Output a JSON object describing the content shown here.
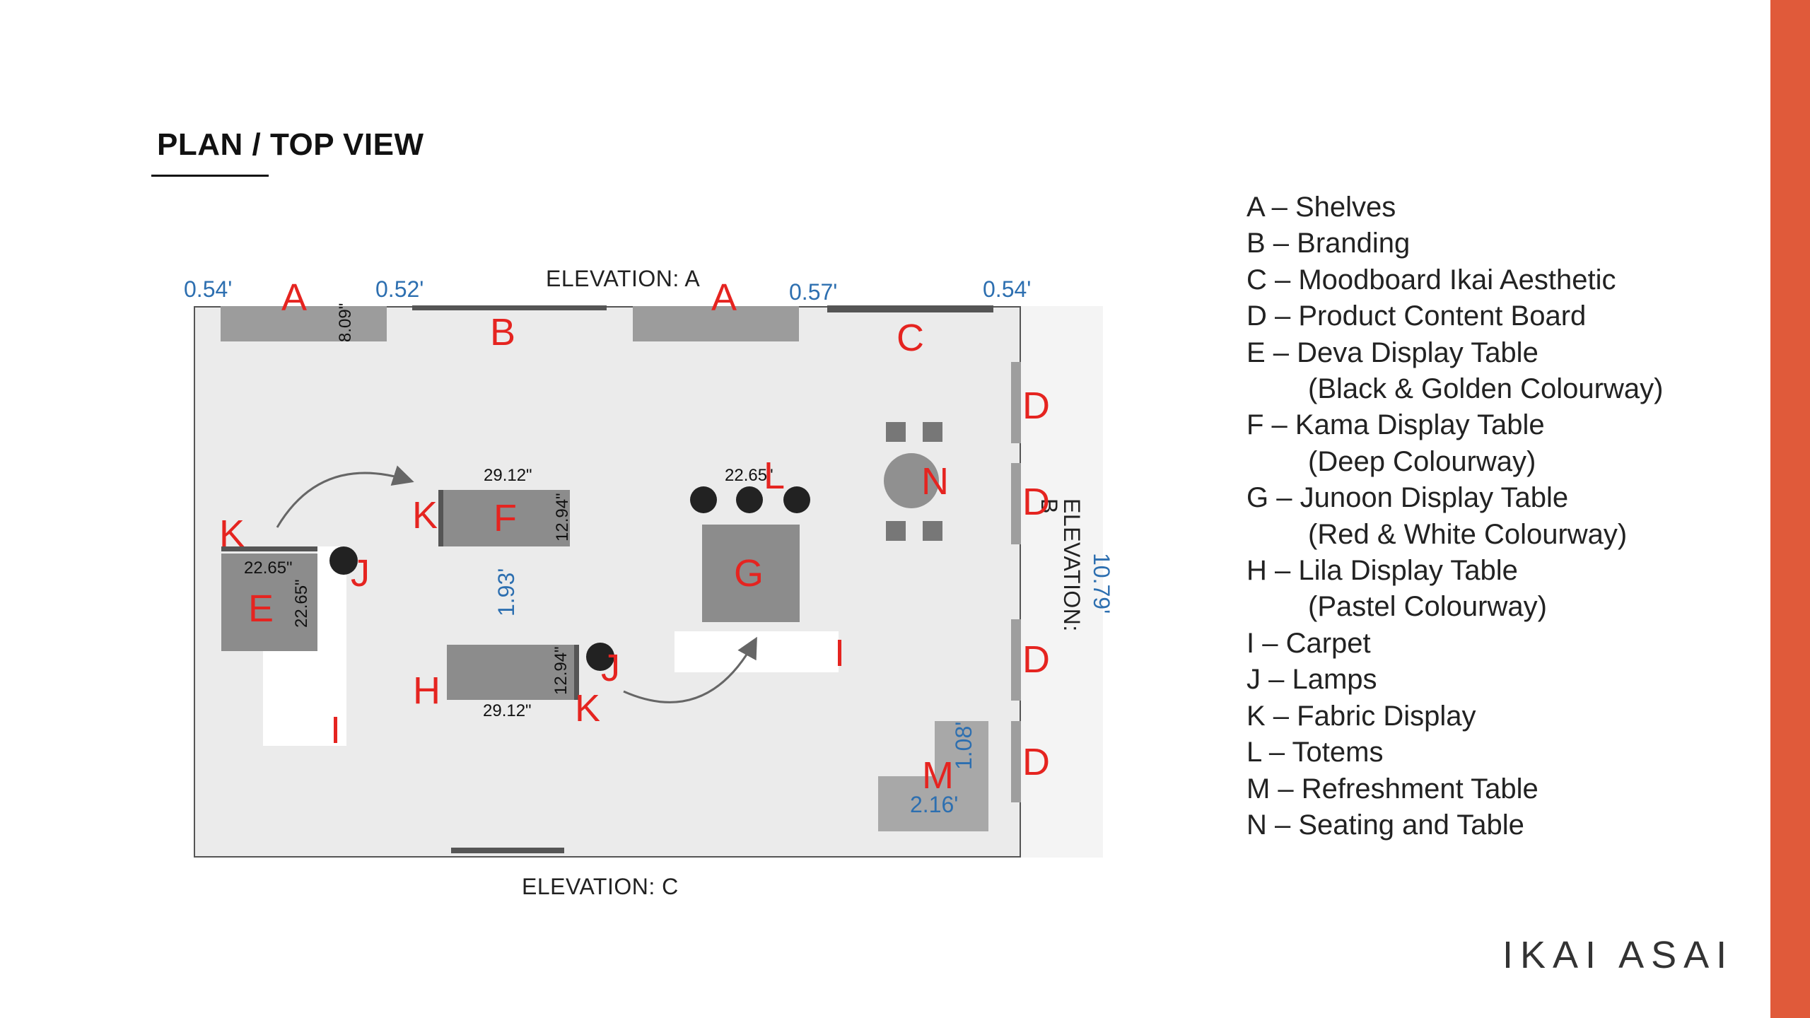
{
  "page": {
    "title": "PLAN / TOP VIEW",
    "accent_color": "#e05a3a",
    "brand": "IKAI ASAI"
  },
  "plan": {
    "elevations": {
      "a": "ELEVATION: A",
      "b": "ELEVATION: B",
      "c": "ELEVATION: C"
    },
    "dimensions": {
      "top_1": "0.54'",
      "top_2": "0.52'",
      "top_3": "0.57'",
      "top_4": "0.54'",
      "shelf_depth": "8.09\"",
      "table_f_width": "29.12\"",
      "table_f_depth": "12.94\"",
      "totem_span": "22.65\"",
      "table_e_width": "22.65\"",
      "table_e_depth": "22.65\"",
      "gap_f_h": "1.93'",
      "table_h_depth": "12.94\"",
      "table_h_width": "29.12\"",
      "right_wall": "10.79'",
      "refresh_depth": "1.08'",
      "refresh_width": "2.16'"
    },
    "letters": {
      "a1": "A",
      "a2": "A",
      "b": "B",
      "c": "C",
      "d1": "D",
      "d2": "D",
      "d3": "D",
      "d4": "D",
      "e": "E",
      "f": "F",
      "g": "G",
      "h": "H",
      "i1": "I",
      "i2": "I",
      "j1": "J",
      "j2": "J",
      "k1": "K",
      "k2": "K",
      "k3": "K",
      "l": "L",
      "m": "M",
      "n": "N"
    }
  },
  "legend": [
    {
      "text": "A – Shelves"
    },
    {
      "text": "B – Branding"
    },
    {
      "text": "C – Moodboard Ikai Aesthetic"
    },
    {
      "text": "D – Product Content Board"
    },
    {
      "text": "E – Deva Display Table",
      "sub": "(Black & Golden Colourway)"
    },
    {
      "text": "F – Kama Display Table",
      "sub": "(Deep Colourway)"
    },
    {
      "text": "G – Junoon Display Table",
      "sub": "(Red & White Colourway)"
    },
    {
      "text": "H – Lila Display Table",
      "sub": "(Pastel Colourway)"
    },
    {
      "text": "I – Carpet"
    },
    {
      "text": "J – Lamps"
    },
    {
      "text": "K – Fabric Display"
    },
    {
      "text": "L – Totems"
    },
    {
      "text": "M – Refreshment Table"
    },
    {
      "text": "N – Seating and Table"
    }
  ]
}
